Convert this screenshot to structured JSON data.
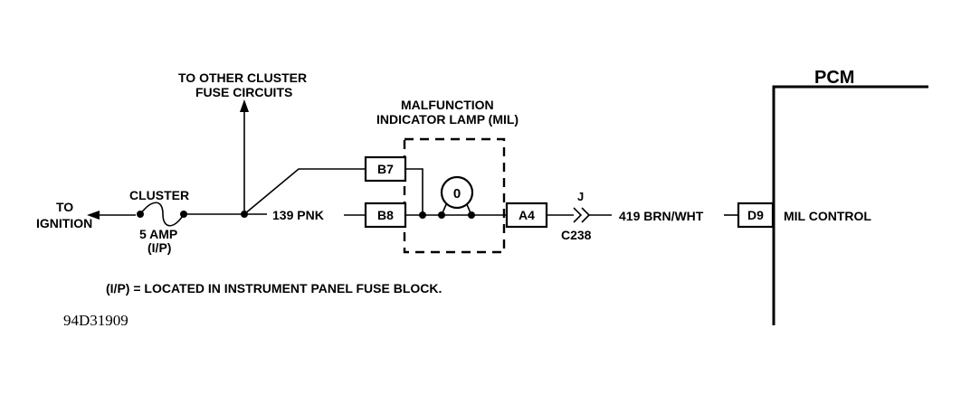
{
  "labels": {
    "to_ignition_line1": "TO",
    "to_ignition_line2": "IGNITION",
    "fuse_name": "CLUSTER",
    "fuse_rating": "5 AMP",
    "fuse_location": "(I/P)",
    "other_circuits_line1": "TO OTHER CLUSTER",
    "other_circuits_line2": "FUSE CIRCUITS",
    "wire_139": "139 PNK",
    "mil_line1": "MALFUNCTION",
    "mil_line2": "INDICATOR LAMP (MIL)",
    "terminal_b7": "B7",
    "terminal_b8": "B8",
    "terminal_a4": "A4",
    "connector_pin": "J",
    "connector_name": "C238",
    "wire_419": "419 BRN/WHT",
    "terminal_d9": "D9",
    "mil_control": "MIL CONTROL",
    "pcm": "PCM",
    "lamp_symbol": "0",
    "note": "(I/P) = LOCATED IN INSTRUMENT PANEL FUSE BLOCK.",
    "diagram_code": "94D31909"
  }
}
